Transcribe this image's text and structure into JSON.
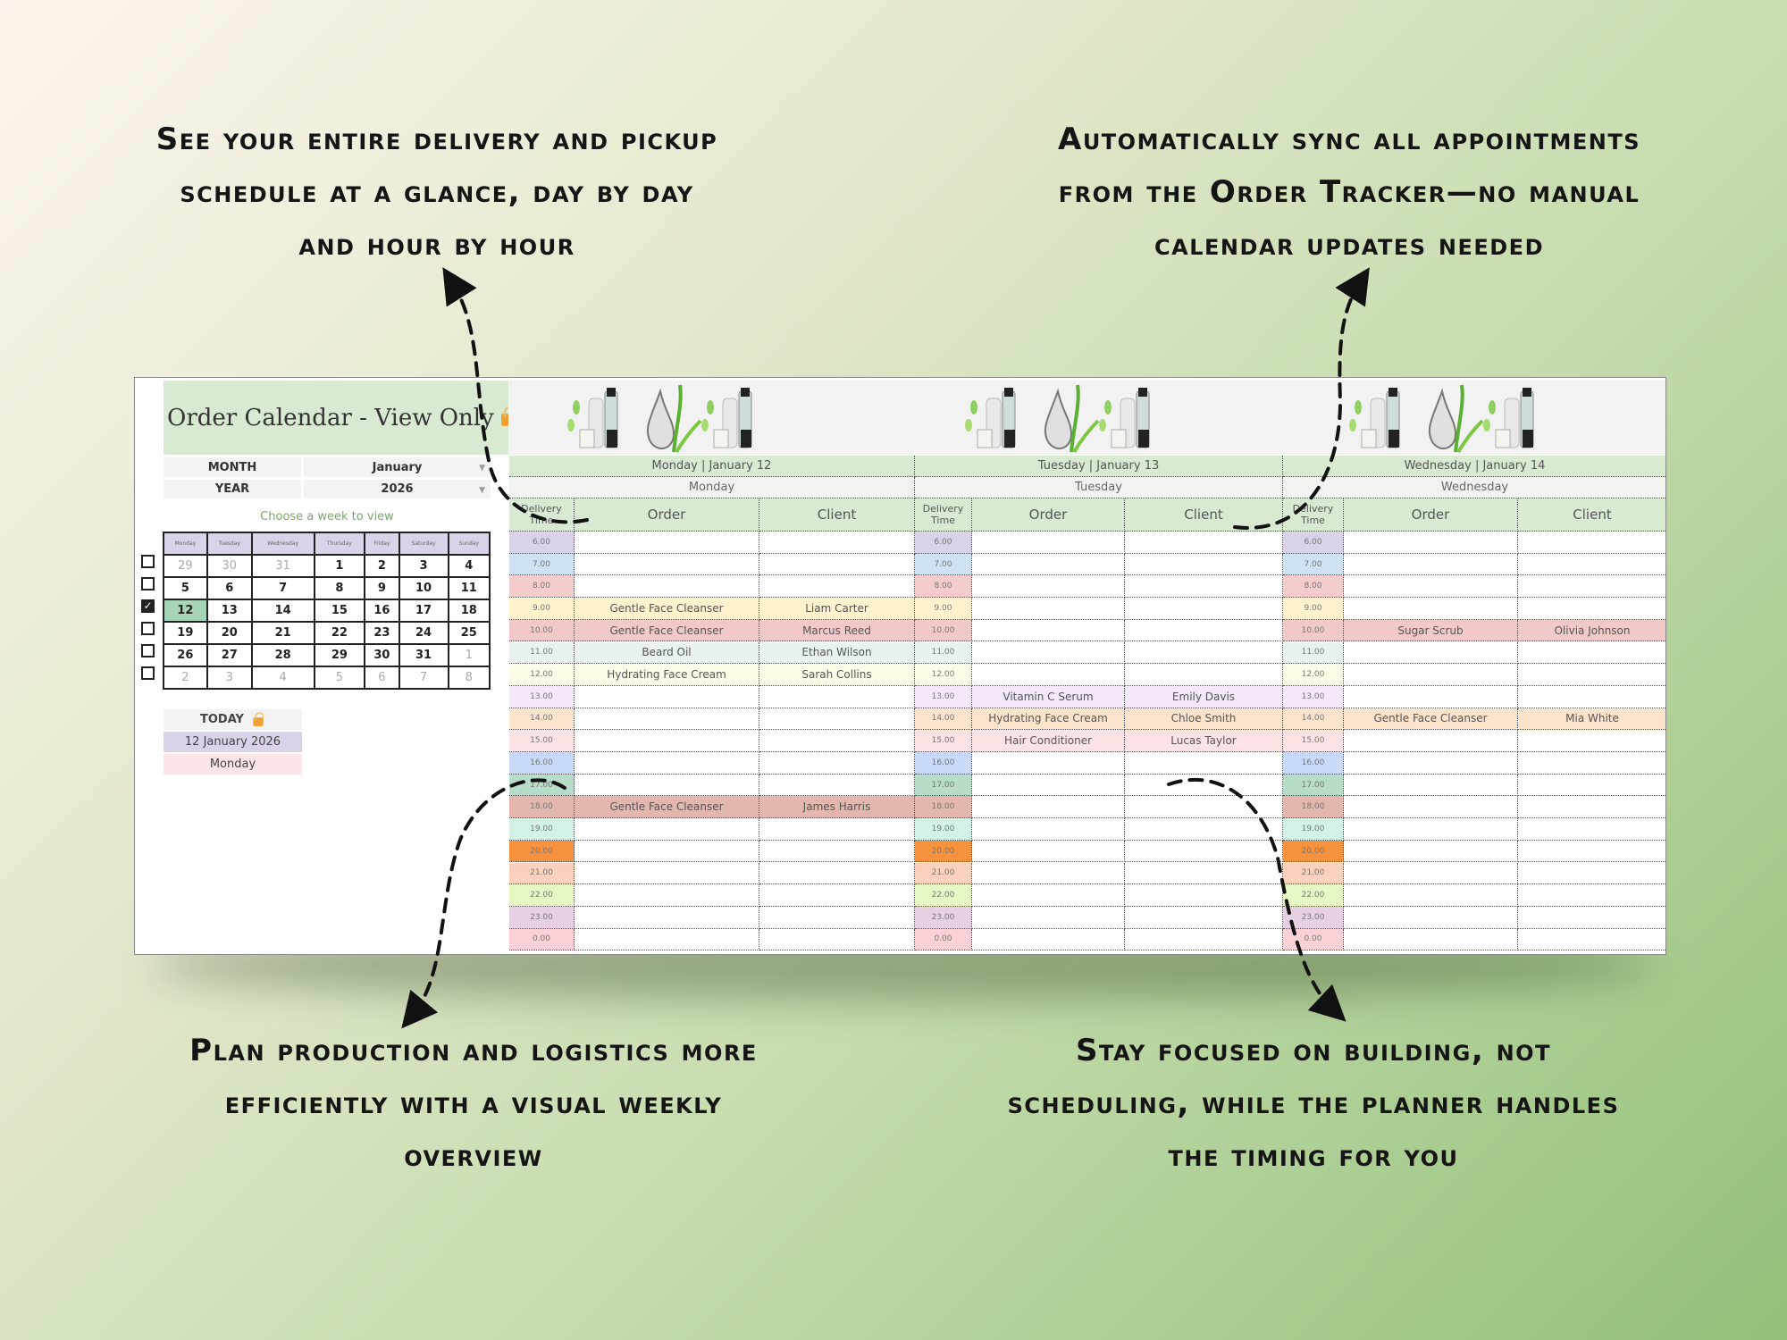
{
  "notes": {
    "top_left": [
      "See your entire delivery and pickup",
      "schedule at a glance, day by day",
      "and hour by hour"
    ],
    "top_right": [
      "Automatically sync all appointments",
      "from the Order Tracker—no manual",
      "calendar updates needed"
    ],
    "bottom_left": [
      "Plan production and logistics more",
      "efficiently with a visual weekly",
      "overview"
    ],
    "bottom_right": [
      "Stay focused on building, not",
      "scheduling, while the planner handles",
      "the timing for you"
    ]
  },
  "sidebar": {
    "title": "Order Calendar - View Only",
    "month_label": "MONTH",
    "month_value": "January",
    "year_label": "YEAR",
    "year_value": "2026",
    "choose_week": "Choose a week to view",
    "weekdays": [
      "Monday",
      "Tuesday",
      "Wednesday",
      "Thursday",
      "Friday",
      "Saturday",
      "Sunday"
    ],
    "weeks": [
      {
        "checked": false,
        "days": [
          {
            "d": "29",
            "m": true
          },
          {
            "d": "30",
            "m": true
          },
          {
            "d": "31",
            "m": true
          },
          {
            "d": "1"
          },
          {
            "d": "2"
          },
          {
            "d": "3"
          },
          {
            "d": "4"
          }
        ]
      },
      {
        "checked": false,
        "days": [
          {
            "d": "5"
          },
          {
            "d": "6"
          },
          {
            "d": "7"
          },
          {
            "d": "8"
          },
          {
            "d": "9"
          },
          {
            "d": "10"
          },
          {
            "d": "11"
          }
        ]
      },
      {
        "checked": true,
        "days": [
          {
            "d": "12",
            "sel": true
          },
          {
            "d": "13"
          },
          {
            "d": "14"
          },
          {
            "d": "15"
          },
          {
            "d": "16"
          },
          {
            "d": "17"
          },
          {
            "d": "18"
          }
        ]
      },
      {
        "checked": false,
        "days": [
          {
            "d": "19"
          },
          {
            "d": "20"
          },
          {
            "d": "21"
          },
          {
            "d": "22"
          },
          {
            "d": "23"
          },
          {
            "d": "24"
          },
          {
            "d": "25"
          }
        ]
      },
      {
        "checked": false,
        "days": [
          {
            "d": "26"
          },
          {
            "d": "27"
          },
          {
            "d": "28"
          },
          {
            "d": "29"
          },
          {
            "d": "30"
          },
          {
            "d": "31"
          },
          {
            "d": "1",
            "m": true
          }
        ]
      },
      {
        "checked": false,
        "days": [
          {
            "d": "2",
            "m": true
          },
          {
            "d": "3",
            "m": true
          },
          {
            "d": "4",
            "m": true
          },
          {
            "d": "5",
            "m": true
          },
          {
            "d": "6",
            "m": true
          },
          {
            "d": "7",
            "m": true
          },
          {
            "d": "8",
            "m": true
          }
        ]
      }
    ],
    "today_label": "TODAY",
    "today_date": "12 January 2026",
    "today_day": "Monday"
  },
  "grid": {
    "col_time": "Delivery Time",
    "col_order": "Order",
    "col_client": "Client",
    "times": [
      "6.00",
      "7.00",
      "8.00",
      "9.00",
      "10.00",
      "11.00",
      "12.00",
      "13.00",
      "14.00",
      "15.00",
      "16.00",
      "17.00",
      "18.00",
      "19.00",
      "20.00",
      "21.00",
      "22.00",
      "23.00",
      "0.00"
    ],
    "time_colors": [
      "#d9d2e9",
      "#cfe2f3",
      "#f4cccc",
      "#fff2cc",
      "#f2c9c9",
      "#e9f2ee",
      "#fefbe6",
      "#f4e9fc",
      "#fce4cc",
      "#fde3e3",
      "#c9daf8",
      "#b7dcc7",
      "#e4b7ae",
      "#d3f2e6",
      "#f6913e",
      "#fbd1bd",
      "#e8f8c4",
      "#e6d0e2",
      "#fbd0d6"
    ],
    "days": [
      {
        "title": "Monday | January 12",
        "name": "Monday",
        "entries": {
          "9.00": [
            "Gentle Face Cleanser",
            "Liam Carter"
          ],
          "10.00": [
            "Gentle Face Cleanser",
            "Marcus Reed"
          ],
          "11.00": [
            "Beard Oil",
            "Ethan Wilson"
          ],
          "12.00": [
            "Hydrating Face Cream",
            "Sarah Collins"
          ],
          "18.00": [
            "Gentle Face Cleanser",
            "James Harris"
          ]
        }
      },
      {
        "title": "Tuesday | January 13",
        "name": "Tuesday",
        "entries": {
          "13.00": [
            "Vitamin C Serum",
            "Emily Davis"
          ],
          "14.00": [
            "Hydrating Face Cream",
            "Chloe Smith"
          ],
          "15.00": [
            "Hair Conditioner",
            "Lucas Taylor"
          ]
        }
      },
      {
        "title": "Wednesday | January 14",
        "name": "Wednesday",
        "entries": {
          "10.00": [
            "Sugar Scrub",
            "Olivia Johnson"
          ],
          "14.00": [
            "Gentle Face Cleanser",
            "Mia White"
          ]
        }
      }
    ]
  }
}
